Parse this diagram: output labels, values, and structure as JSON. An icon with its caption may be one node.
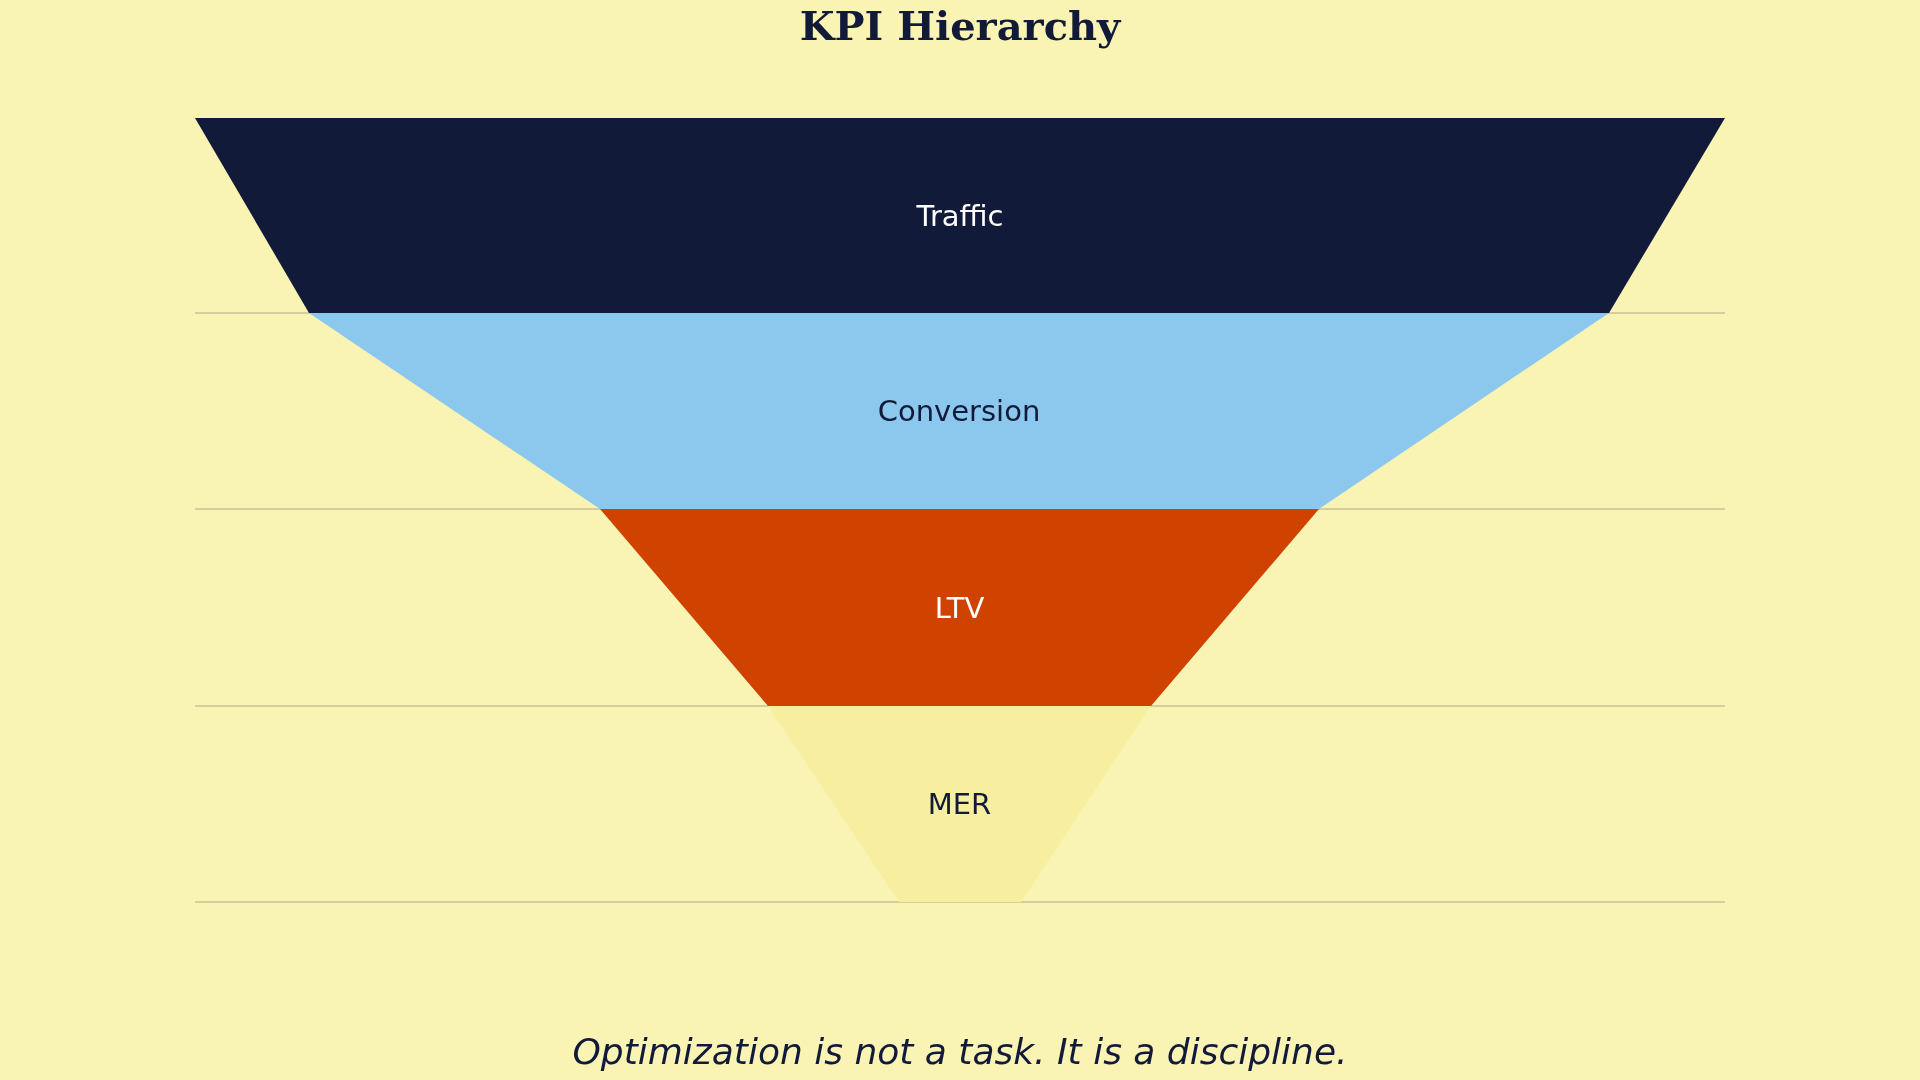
{
  "diagram": {
    "title": "KPI Hierarchy",
    "caption": "Optimization is not a task. It is a discipline.",
    "nodes": [
      {
        "text": [
          "Traffic"
        ]
      },
      {
        "text": [
          "Conversion"
        ]
      },
      {
        "text": [
          "LTV"
        ]
      },
      {
        "text": [
          "MER"
        ]
      }
    ]
  }
}
